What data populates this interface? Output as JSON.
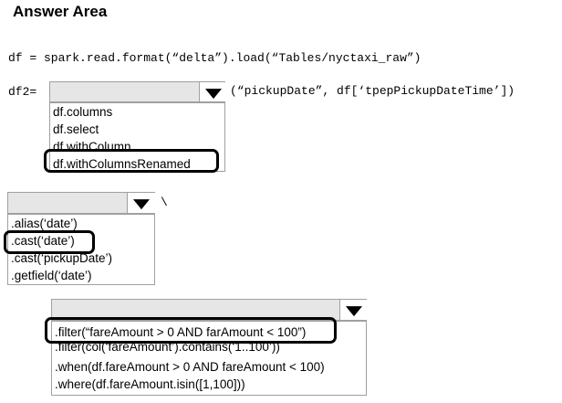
{
  "title": "Answer Area",
  "code_line1": "df = spark.read.format(“delta”).load(“Tables/nyctaxi_raw”)",
  "code_df2_prefix": "df2=",
  "code_df2_args": "(“pickupDate”, df[‘tpepPickupDateTime’])",
  "line_continuation": "\\",
  "dropdown1": {
    "options": [
      "df.columns",
      "df.select",
      "df.withColumn",
      "df.withColumnsRenamed"
    ],
    "selected_index": 3
  },
  "dropdown2": {
    "options": [
      ".alias(‘date’)",
      ".cast(‘date’)",
      ".cast(‘pickupDate’)",
      ".getfield(‘date’)"
    ],
    "selected_index": 1
  },
  "dropdown3": {
    "options": [
      ".filter(“fareAmount > 0 AND farAmount < 100”)",
      ".filter(col(‘fareAmount’).contains(‘1..100’))",
      ".when(df.fareAmount > 0 AND fareAmount < 100)",
      ".where(df.fareAmount.isin([1,100]))"
    ],
    "selected_index": 0
  },
  "icons": {
    "dropdown_arrow": "triangle-down-icon",
    "selection_highlight": "rounded-rectangle"
  }
}
